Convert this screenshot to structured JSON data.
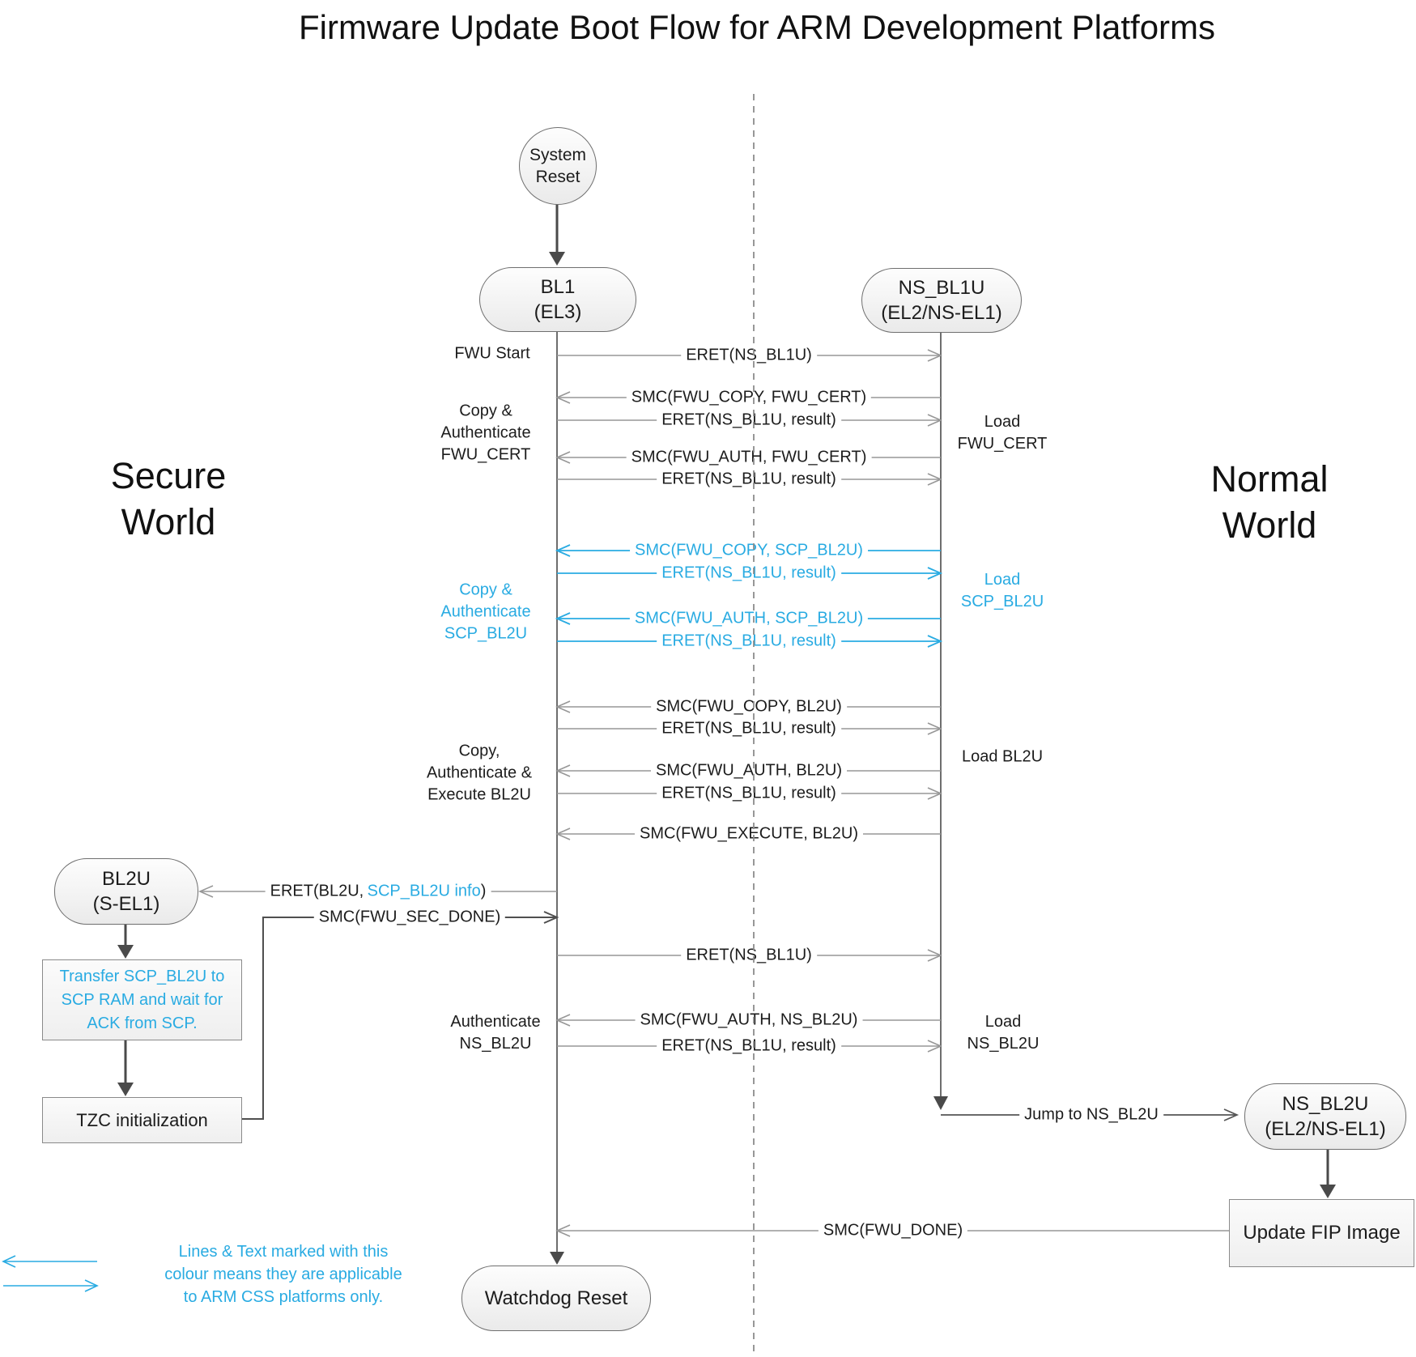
{
  "title": "Firmware Update Boot Flow for ARM Development Platforms",
  "colors": {
    "accent_blue": "#29abe2",
    "message_line_gray": "#999999",
    "text_dark": "#1c1c1c"
  },
  "world": {
    "secure": "Secure\nWorld",
    "normal": "Normal\nWorld"
  },
  "nodes": {
    "system_reset": {
      "line1": "System",
      "line2": "Reset"
    },
    "bl1": {
      "line1": "BL1",
      "line2": "(EL3)"
    },
    "ns_bl1u": {
      "line1": "NS_BL1U",
      "line2": "(EL2/NS-EL1)"
    },
    "bl2u": {
      "line1": "BL2U",
      "line2": "(S-EL1)"
    },
    "ns_bl2u": {
      "line1": "NS_BL2U",
      "line2": "(EL2/NS-EL1)"
    },
    "watchdog": {
      "label": "Watchdog Reset"
    }
  },
  "boxes": {
    "transfer": "Transfer SCP_BL2U to\nSCP RAM and wait for\nACK from SCP.",
    "tzc": "TZC initialization",
    "update_fip": "Update FIP Image"
  },
  "messages": {
    "eret_ns_bl1u": "ERET(NS_BL1U)",
    "eret_result": "ERET(NS_BL1U, result)",
    "smc_copy_fwu_cert": "SMC(FWU_COPY, FWU_CERT)",
    "smc_auth_fwu_cert": "SMC(FWU_AUTH, FWU_CERT)",
    "smc_copy_scp_bl2u": "SMC(FWU_COPY, SCP_BL2U)",
    "smc_auth_scp_bl2u": "SMC(FWU_AUTH, SCP_BL2U)",
    "smc_copy_bl2u": "SMC(FWU_COPY, BL2U)",
    "smc_auth_bl2u": "SMC(FWU_AUTH, BL2U)",
    "smc_execute_bl2u": "SMC(FWU_EXECUTE, BL2U)",
    "smc_auth_ns_bl2u": "SMC(FWU_AUTH, NS_BL2U)",
    "eret_bl2u": {
      "prefix": "ERET(BL2U,",
      "highlight": "SCP_BL2U info",
      "suffix": ")"
    },
    "smc_sec_done": "SMC(FWU_SEC_DONE)",
    "jump_ns_bl2u": "Jump to NS_BL2U",
    "smc_done": "SMC(FWU_DONE)"
  },
  "side_labels": {
    "fwu_start": "FWU Start",
    "copy_auth_fwu_cert": "Copy &\nAuthenticate\nFWU_CERT",
    "load_fwu_cert": "Load\nFWU_CERT",
    "copy_auth_scp_bl2u": "Copy &\nAuthenticate\nSCP_BL2U",
    "load_scp_bl2u": "Load\nSCP_BL2U",
    "copy_auth_exec_bl2u": "Copy,\nAuthenticate &\nExecute BL2U",
    "load_bl2u": "Load BL2U",
    "auth_ns_bl2u": "Authenticate\nNS_BL2U",
    "load_ns_bl2u": "Load\nNS_BL2U"
  },
  "legend": {
    "text": "Lines & Text marked with this\ncolour means they are applicable\nto ARM CSS platforms only."
  }
}
